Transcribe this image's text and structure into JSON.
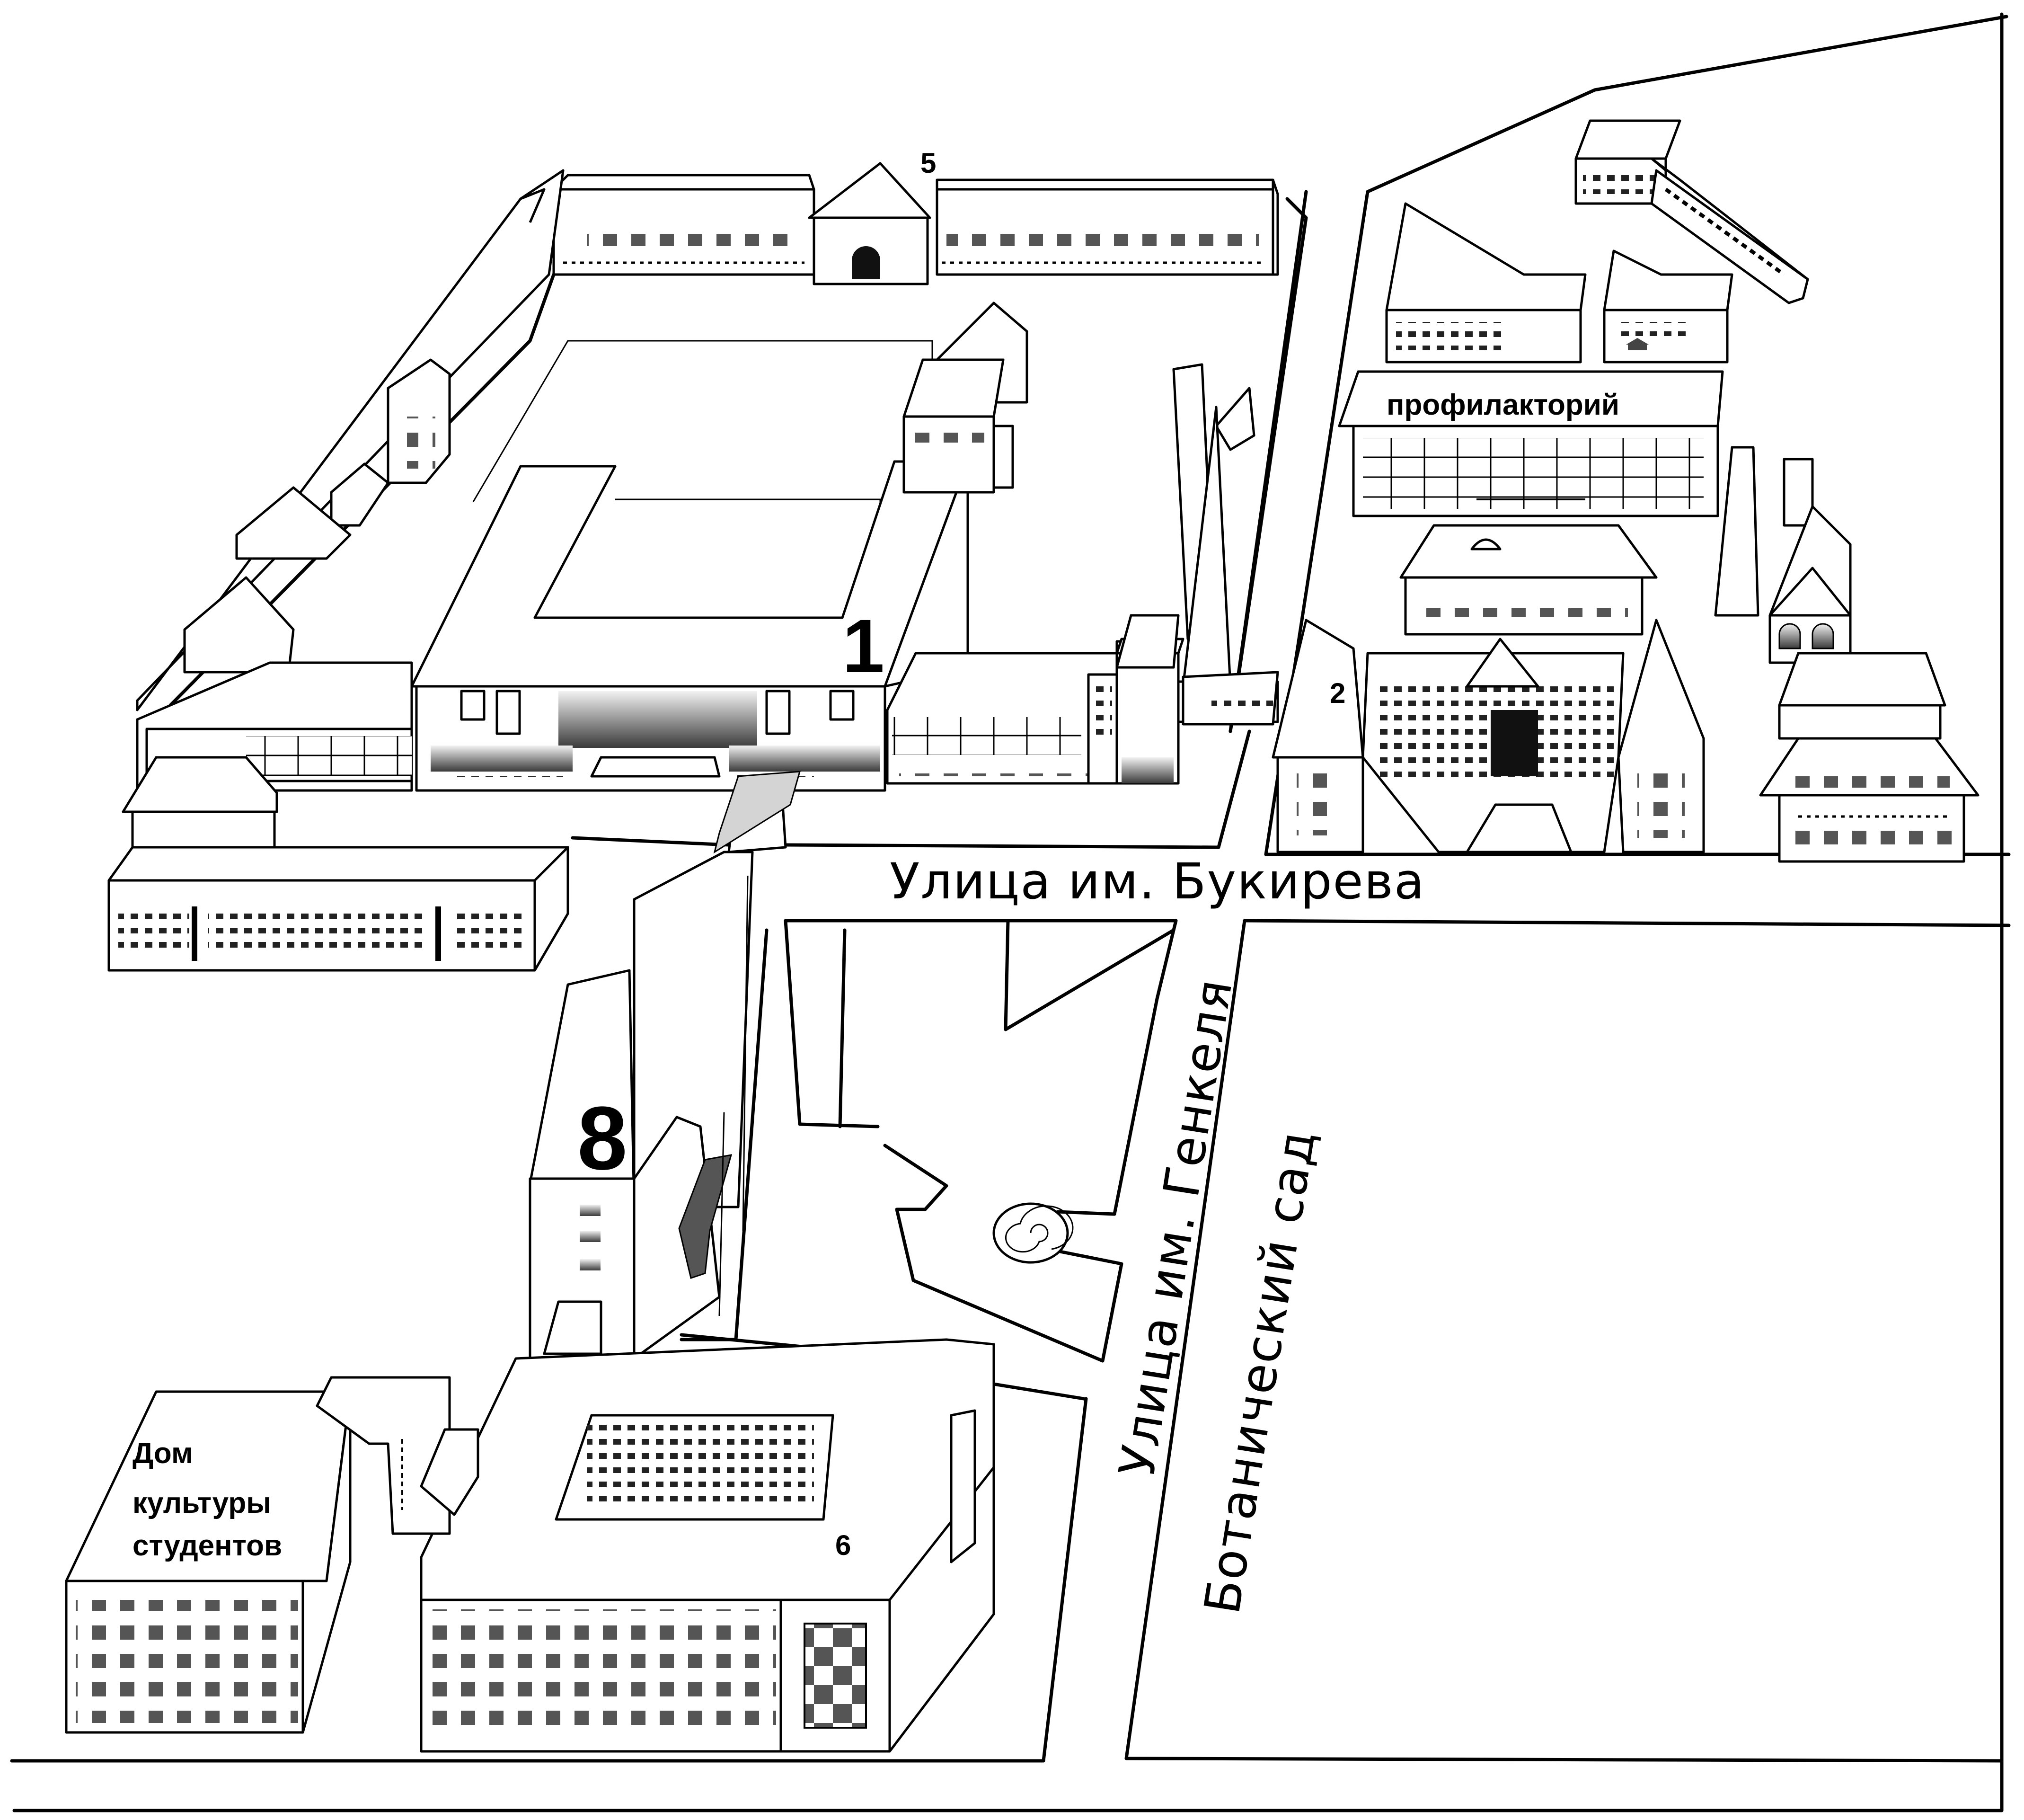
{
  "streets": {
    "bukireva": "Улица им. Букирева",
    "genkelya": "Улица им. Генкеля",
    "botanical_garden": "Ботанический сад"
  },
  "buildings": {
    "b1": "1",
    "b2": "2",
    "b5": "5",
    "b6": "6",
    "b8": "8",
    "dispensary": "профилакторий",
    "students_house_line1": "Дом",
    "students_house_line2": "культуры",
    "students_house_line3": "студентов"
  }
}
